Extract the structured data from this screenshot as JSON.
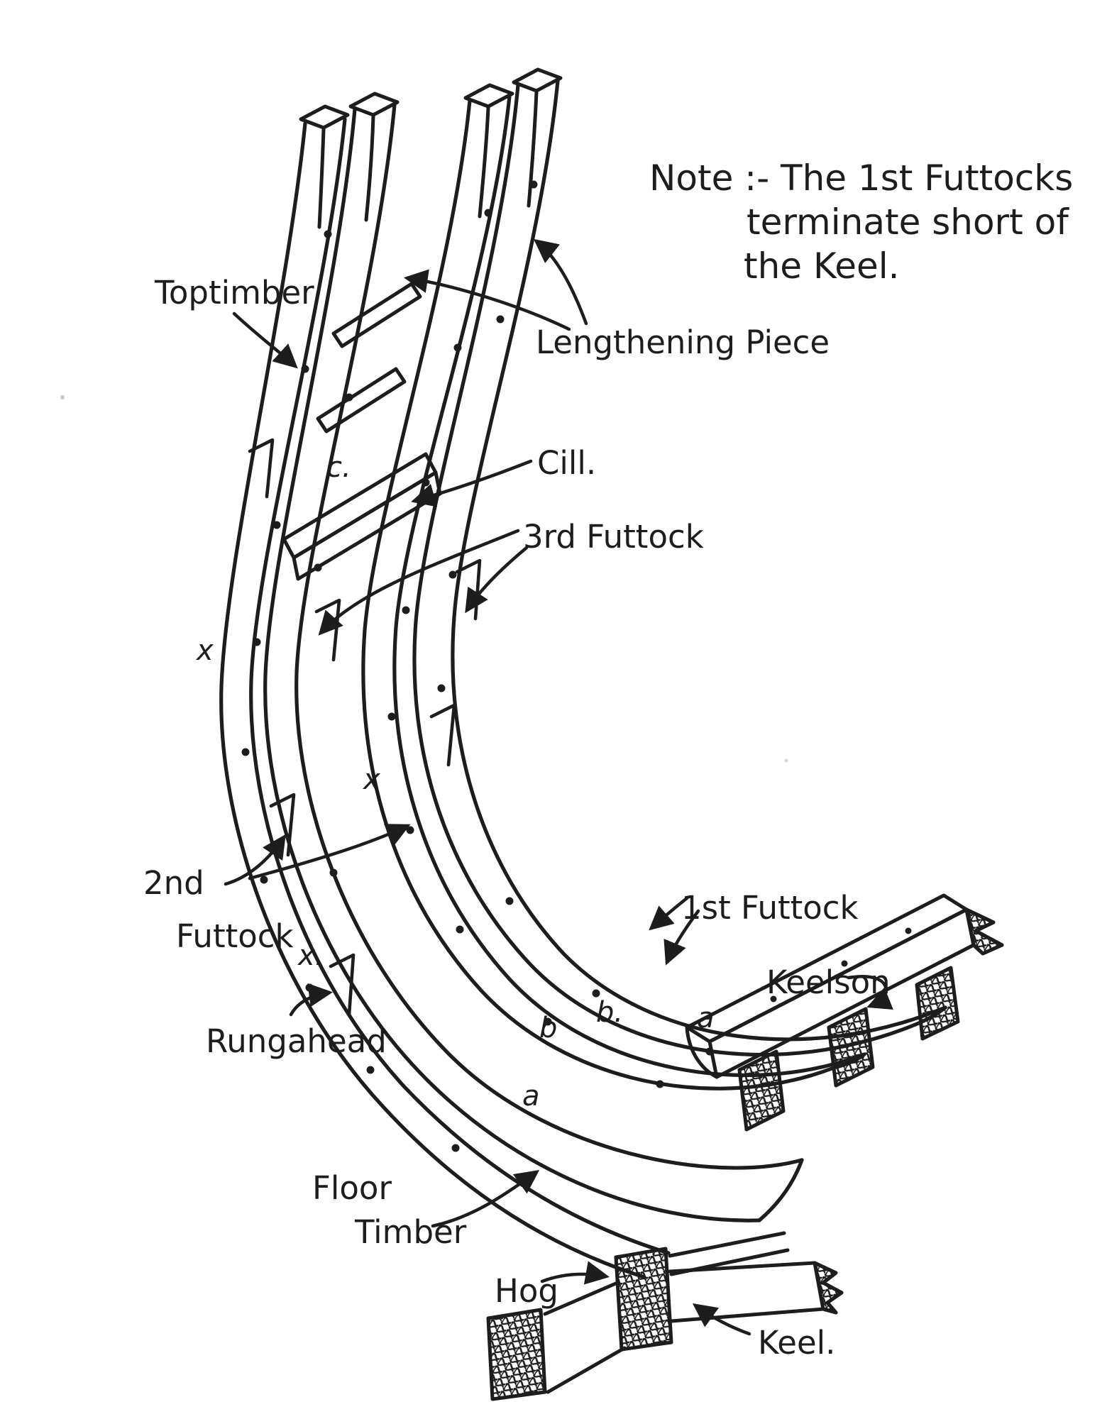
{
  "document": {
    "type": "hand-drawn shipbuilding diagram",
    "subject": "Wooden ship frame timbers from keel to toptimber"
  },
  "note": {
    "lines": [
      "Note :- The 1st Futtocks",
      "terminate short of",
      "the Keel."
    ]
  },
  "labels": {
    "toptimber": "Toptimber",
    "lengthening_piece": "Lengthening Piece",
    "cill": "Cill.",
    "third_futtock": "3rd Futtock",
    "second_futtock": {
      "line1": "2nd",
      "line2": "Futtock"
    },
    "first_futtock": "1st Futtock",
    "rungahead": "Rungahead",
    "keelson": "Keelson",
    "floor_timber": {
      "line1": "Floor",
      "line2": "Timber"
    },
    "hog": "Hog",
    "keel": "Keel."
  },
  "part_letters": {
    "c1": "c.",
    "x1": "x",
    "x2": "x",
    "x3": "x.",
    "b1": "b",
    "b2": "b.",
    "a1": "a",
    "a2": "a"
  },
  "colors": {
    "ink": "#1d1d1d",
    "paper": "#ffffff"
  }
}
